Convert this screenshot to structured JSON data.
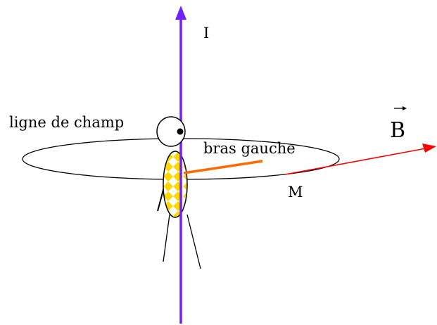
{
  "labels": {
    "current": "I",
    "field_line": "ligne de champ",
    "left_arm": "bras gauche",
    "point": "M",
    "field_vector": "B"
  },
  "colors": {
    "wire": "#7020ff",
    "field_vector": "#ff0000",
    "arm": "#ff6a00",
    "body_pattern": "#ffd700",
    "outline": "#000000",
    "background": "#ffffff"
  }
}
